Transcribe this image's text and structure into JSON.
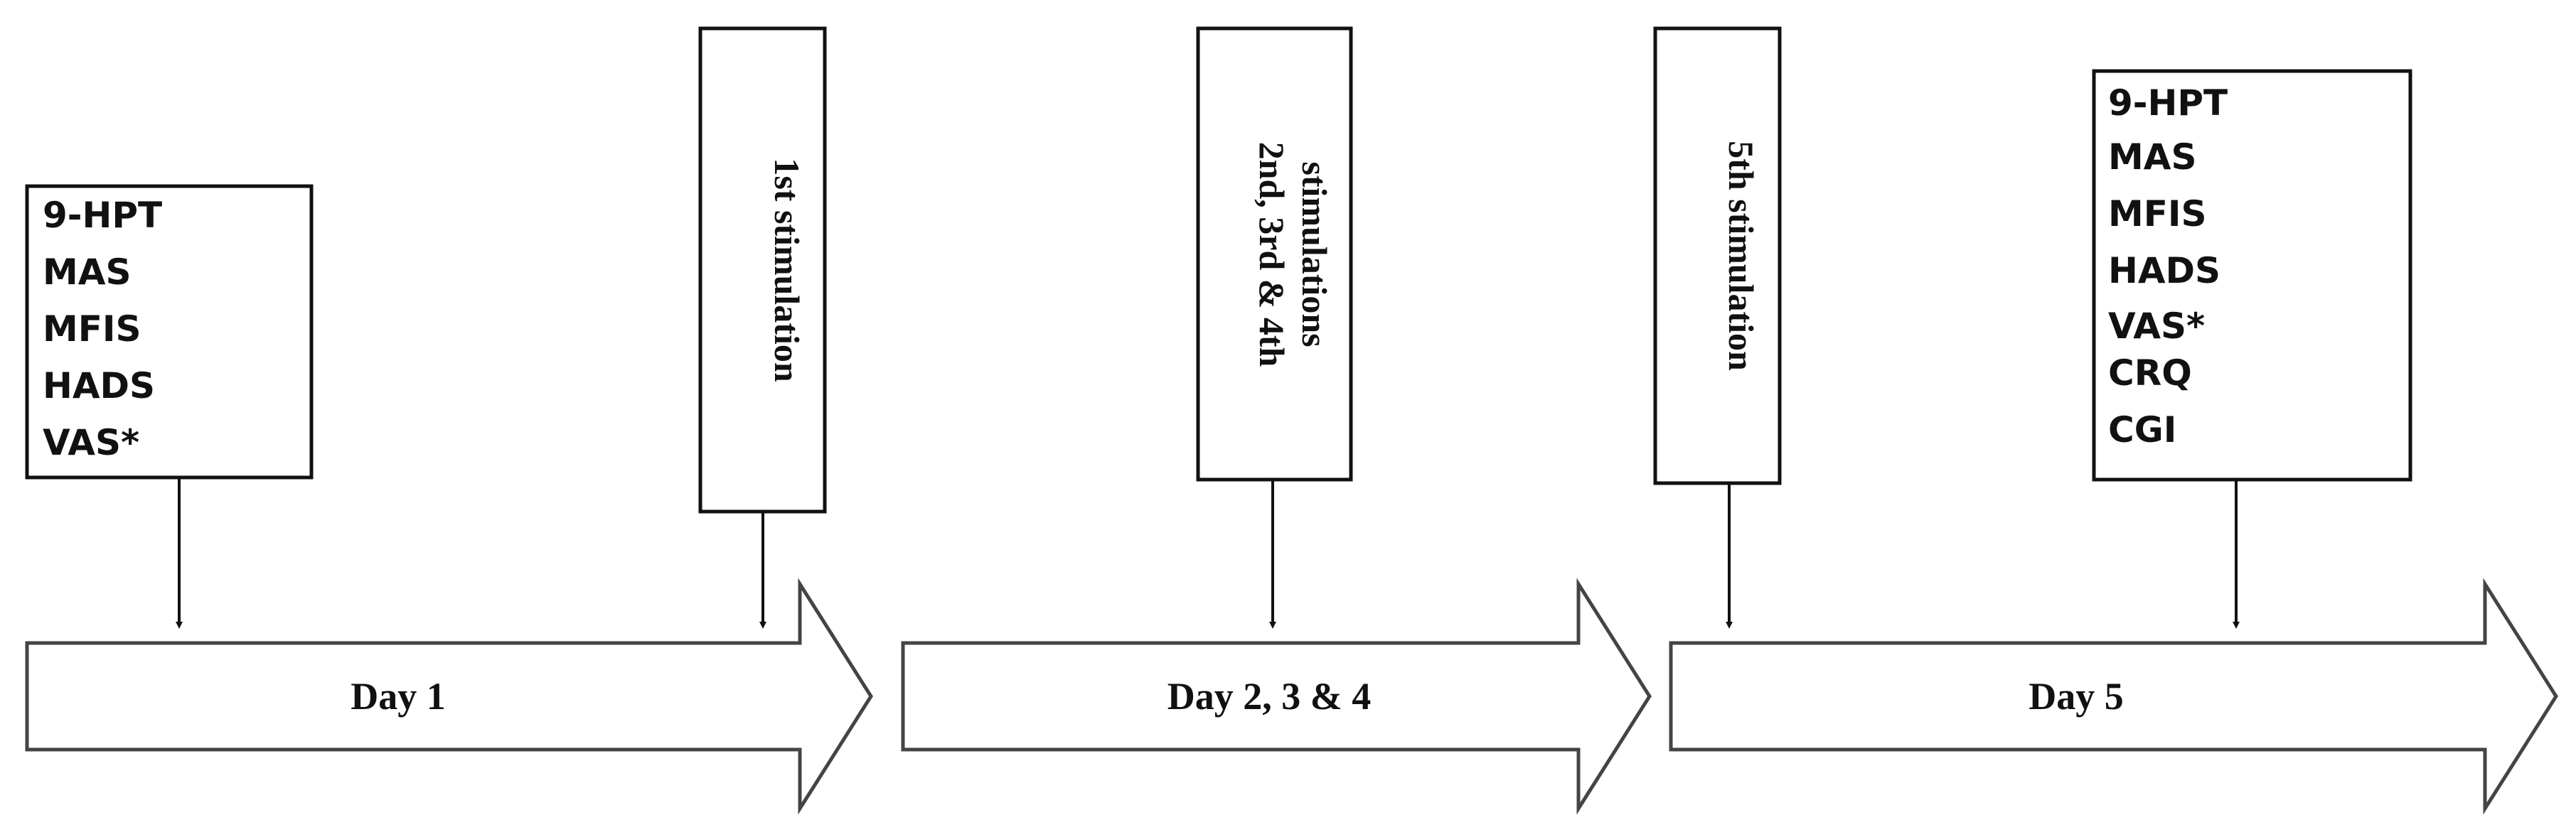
{
  "left_measures": {
    "items": [
      "9-HPT",
      "MAS",
      "MFIS",
      "HADS",
      "VAS*"
    ]
  },
  "stimulations": {
    "first": "1st stimulation",
    "middle_line1": "2nd, 3rd & 4th",
    "middle_line2": "stimulations",
    "fifth": "5th stimulation"
  },
  "right_measures": {
    "items": [
      "9-HPT",
      "MAS",
      "MFIS",
      "HADS",
      "VAS*",
      "CRQ",
      "CGI"
    ]
  },
  "days": {
    "day1": "Day 1",
    "day234": "Day 2, 3 & 4",
    "day5": "Day 5"
  }
}
